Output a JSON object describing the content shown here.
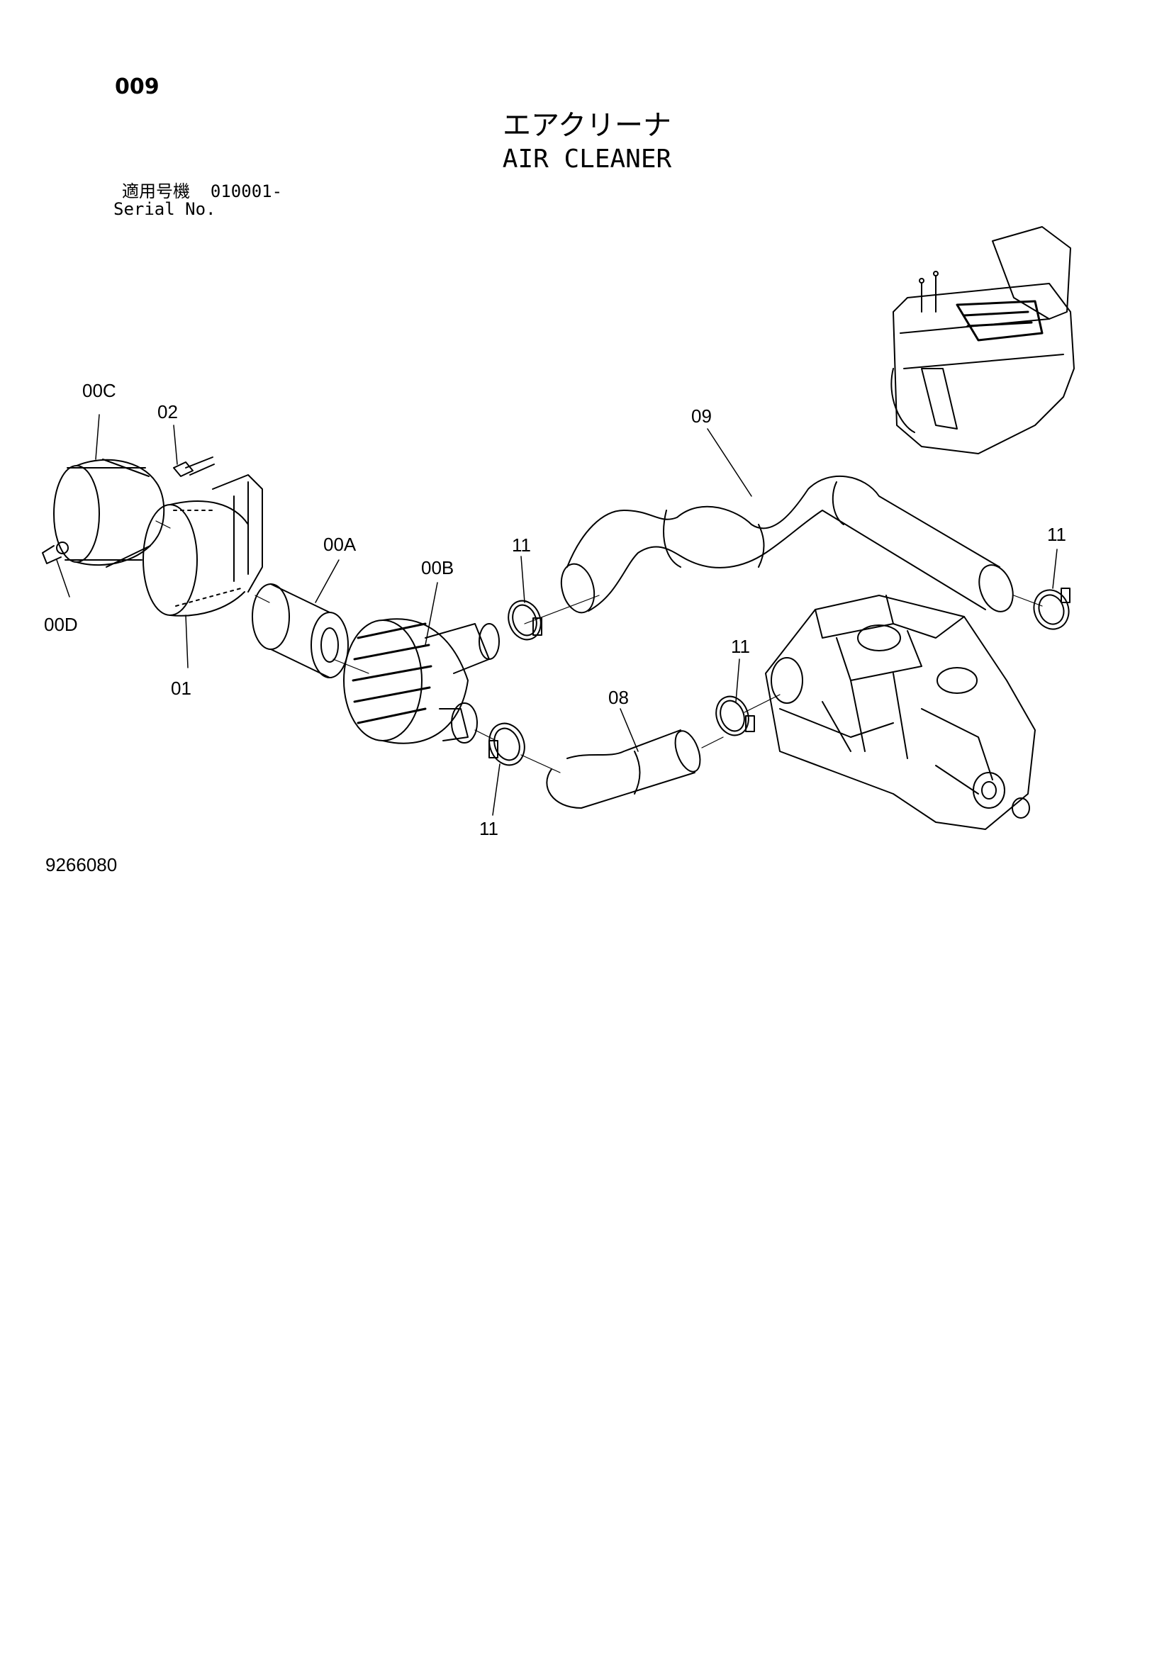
{
  "header": {
    "page_number": "009",
    "title_jp": "エアクリーナ",
    "title_en": "AIR CLEANER",
    "serial_label_jp": "適用号機",
    "serial_value": "010001-",
    "serial_label_en": "Serial No."
  },
  "footer": {
    "drawing_number": "9266080"
  },
  "callouts": {
    "c00C": "00C",
    "c02": "02",
    "c09": "09",
    "c00A": "00A",
    "c00B": "00B",
    "c11a": "11",
    "c11b": "11",
    "c11c": "11",
    "c11d": "11",
    "c00D": "00D",
    "c01": "01",
    "c08": "08"
  },
  "colors": {
    "line": "#000000",
    "background": "#ffffff"
  }
}
